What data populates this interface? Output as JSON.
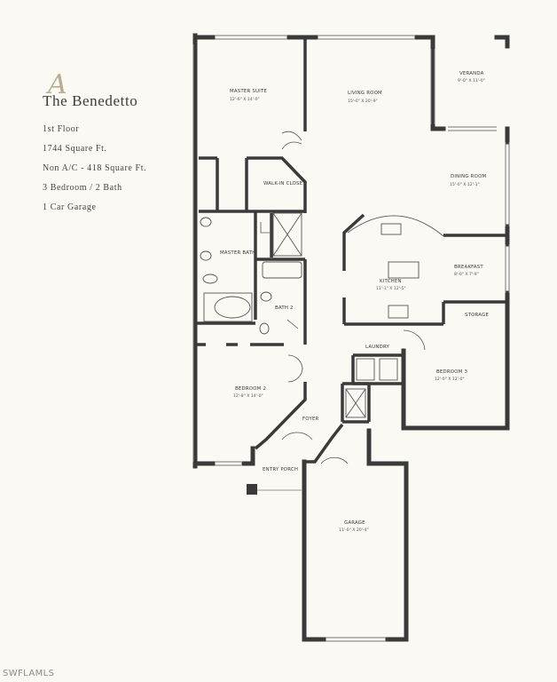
{
  "header": {
    "initial": "A",
    "title": "The Benedetto",
    "specs": [
      "1st Floor",
      "1744 Square Ft.",
      "Non A/C - 418 Square Ft.",
      "3 Bedroom / 2 Bath",
      "1 Car Garage"
    ]
  },
  "rooms": {
    "master_suite": {
      "name": "MASTER SUITE",
      "dim": "12'-6\" X 14'-0\""
    },
    "living_room": {
      "name": "LIVING ROOM",
      "dim": "15'-0\" X 20'-9\""
    },
    "veranda": {
      "name": "VERANDA",
      "dim": "9'-0\" X 11'-0\""
    },
    "dining_room": {
      "name": "DINING ROOM",
      "dim": "15'-0\" X 12'-1\""
    },
    "walk_in_closet": {
      "name": "WALK-IN CLOSET"
    },
    "master_bath": {
      "name": "MASTER BATH"
    },
    "kitchen": {
      "name": "KITCHEN",
      "dim": "11'-1\" X 12'-5\""
    },
    "breakfast": {
      "name": "BREAKFAST",
      "dim": "8'-0\" X 7'-9\""
    },
    "storage": {
      "name": "STORAGE"
    },
    "bath_2": {
      "name": "BATH 2"
    },
    "laundry": {
      "name": "LAUNDRY"
    },
    "bedroom_2": {
      "name": "BEDROOM 2",
      "dim": "12'-8\" X 14'-0\""
    },
    "bedroom_3": {
      "name": "BEDROOM 3",
      "dim": "12'-0\" X 12'-0\""
    },
    "foyer": {
      "name": "FOYER"
    },
    "entry_porch": {
      "name": "ENTRY PORCH"
    },
    "garage": {
      "name": "GARAGE",
      "dim": "11'-6\" X 20'-4\""
    }
  },
  "watermark": "SWFLAMLS",
  "colors": {
    "wall": "#3a3a3a",
    "background": "#fbf9f4",
    "accent_initial": "#b9ad8e"
  }
}
